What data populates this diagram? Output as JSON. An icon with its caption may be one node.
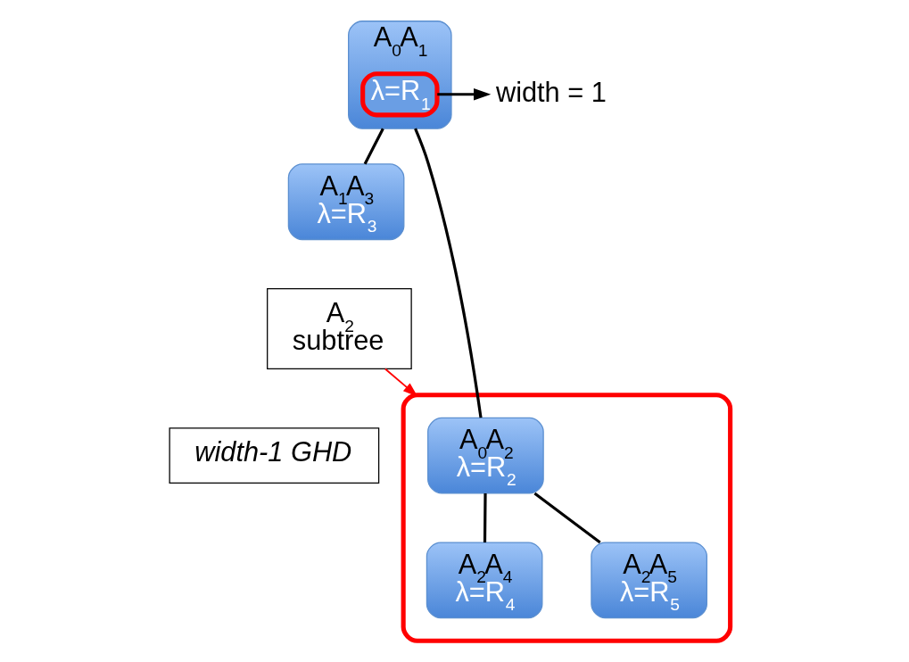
{
  "diagram": {
    "nodes": [
      {
        "text": [
          "A$_{0}$A$_{1}$"
        ]
      },
      {
        "text": [
          "λ=R$_{1}$"
        ],
        "in": 0
      },
      {
        "text": [
          "width = 1"
        ]
      },
      {
        "text": [
          "A$_{1}$A$_{3}$",
          "λ=R$_{3}$"
        ]
      },
      {
        "text": [],
        "shape": "box"
      },
      {
        "text": [
          "A$_{0}$A$_{2}$",
          "λ=R$_{2}$"
        ],
        "in": 4
      },
      {
        "text": [
          "A$_{2}$A$_{4}$",
          "λ=R$_{4}$"
        ],
        "in": 4
      },
      {
        "text": [
          "A$_{2}$A$_{5}$",
          "λ=R$_{5}$"
        ],
        "in": 4
      },
      {
        "text": [
          "A$_{2}$ subtree"
        ]
      },
      {
        "text": [
          "width-1 GHD"
        ]
      }
    ],
    "edges": [
      {
        "from": 0,
        "to": 3,
        "arrow": "none"
      },
      {
        "from": 0,
        "to": 5,
        "arrow": "none"
      },
      {
        "from": 1,
        "to": 2,
        "arrow": "to"
      },
      {
        "from": 5,
        "to": 6,
        "arrow": "none"
      },
      {
        "from": 5,
        "to": 7,
        "arrow": "none"
      },
      {
        "from": 8,
        "to": 4,
        "arrow": "to",
        "color": "#ff0000"
      }
    ]
  }
}
